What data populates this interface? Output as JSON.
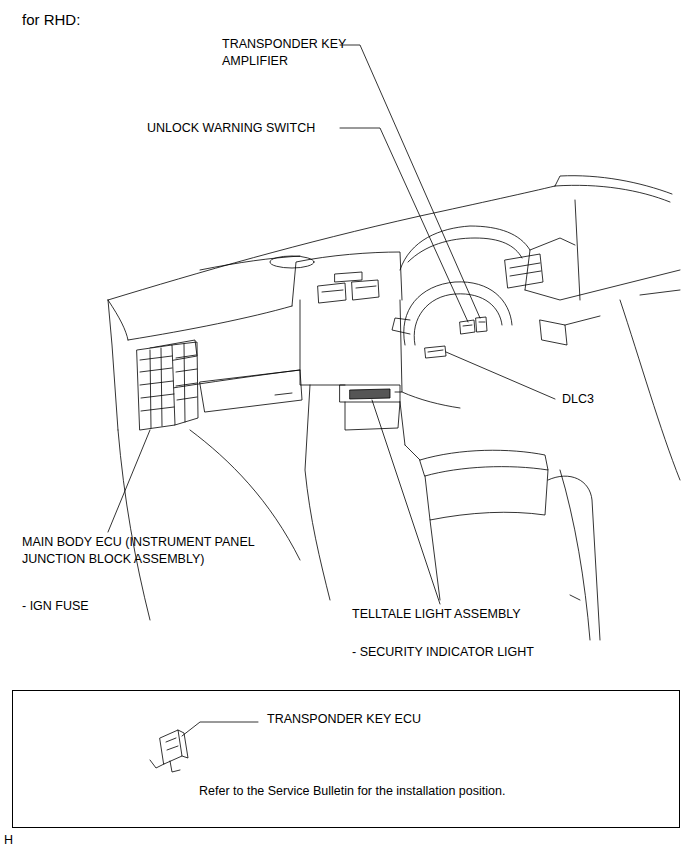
{
  "diagram": {
    "title": "for RHD:",
    "nodes": [
      {
        "text": [
          "TRANSPONDER KEY ECU",
          "Refer to the Service Bulletin for the installation position."
        ]
      }
    ],
    "labels": [
      "TRANSPONDER KEY AMPLIFIER",
      "UNLOCK WARNING SWITCH",
      "DLC3",
      "MAIN BODY ECU (INSTRUMENT PANEL JUNCTION BLOCK ASSEMBLY)",
      "- IGN FUSE",
      "TELLTALE LIGHT ASSEMBLY",
      "- SECURITY INDICATOR LIGHT",
      "H"
    ]
  }
}
